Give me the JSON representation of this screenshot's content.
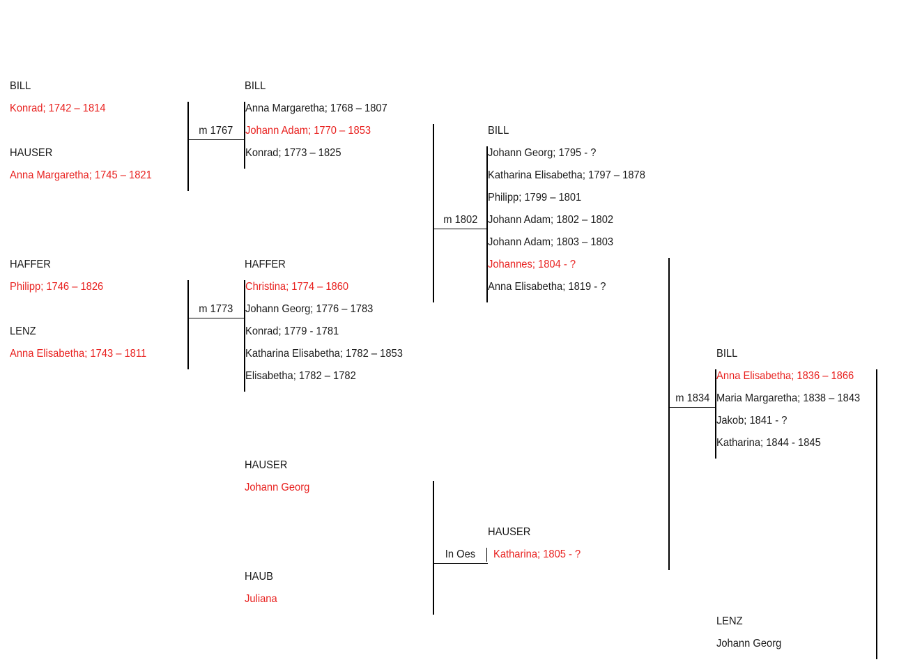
{
  "colors": {
    "ancestor": "#e8201e",
    "other": "#1a1a1a",
    "line": "#000000"
  },
  "gen1": {
    "bill_surname": "BILL",
    "bill_name": "Konrad; 1742 – 1814",
    "hauser_surname": "HAUSER",
    "hauser_name": "Anna Margaretha; 1745 – 1821",
    "haffer_surname": "HAFFER",
    "haffer_name": "Philipp; 1746 – 1826",
    "lenz_surname": "LENZ",
    "lenz_name": "Anna Elisabetha; 1743 – 1811"
  },
  "marriage_1767": "m 1767",
  "marriage_1773": "m 1773",
  "marriage_1802": "m 1802",
  "marriage_oes": "In Oes",
  "marriage_1834": "m 1834",
  "bill_1767_children": {
    "surname": "BILL",
    "children": [
      "Anna Margaretha; 1768 – 1807",
      "Johann Adam; 1770 – 1853",
      "Konrad; 1773 – 1825"
    ]
  },
  "haffer_1773_children": {
    "surname": "HAFFER",
    "children": [
      "Christina; 1774 – 1860",
      "Johann Georg; 1776 – 1783",
      "Konrad; 1779 - 1781",
      "Katharina Elisabetha; 1782 – 1853",
      "Elisabetha; 1782 – 1782"
    ]
  },
  "hauser_father": {
    "surname": "HAUSER",
    "name": "Johann Georg"
  },
  "haub_mother": {
    "surname": "HAUB",
    "name": "Juliana"
  },
  "bill_1802_children": {
    "surname": "BILL",
    "children": [
      "Johann Georg; 1795 - ?",
      "Katharina Elisabetha; 1797 – 1878",
      "Philipp; 1799 – 1801",
      "Johann Adam; 1802 – 1802",
      "Johann Adam; 1803 – 1803",
      "Johannes; 1804 - ?",
      "Anna Elisabetha; 1819 - ?"
    ]
  },
  "hauser_child": {
    "surname": "HAUSER",
    "name": "Katharina; 1805 - ?"
  },
  "bill_1834_children": {
    "surname": "BILL",
    "children": [
      "Anna Elisabetha; 1836 – 1866",
      "Maria Margaretha; 1838 – 1843",
      "Jakob; 1841 - ?",
      "Katharina; 1844 - 1845"
    ]
  },
  "lenz_father": {
    "surname": "LENZ",
    "name": "Johann Georg"
  }
}
